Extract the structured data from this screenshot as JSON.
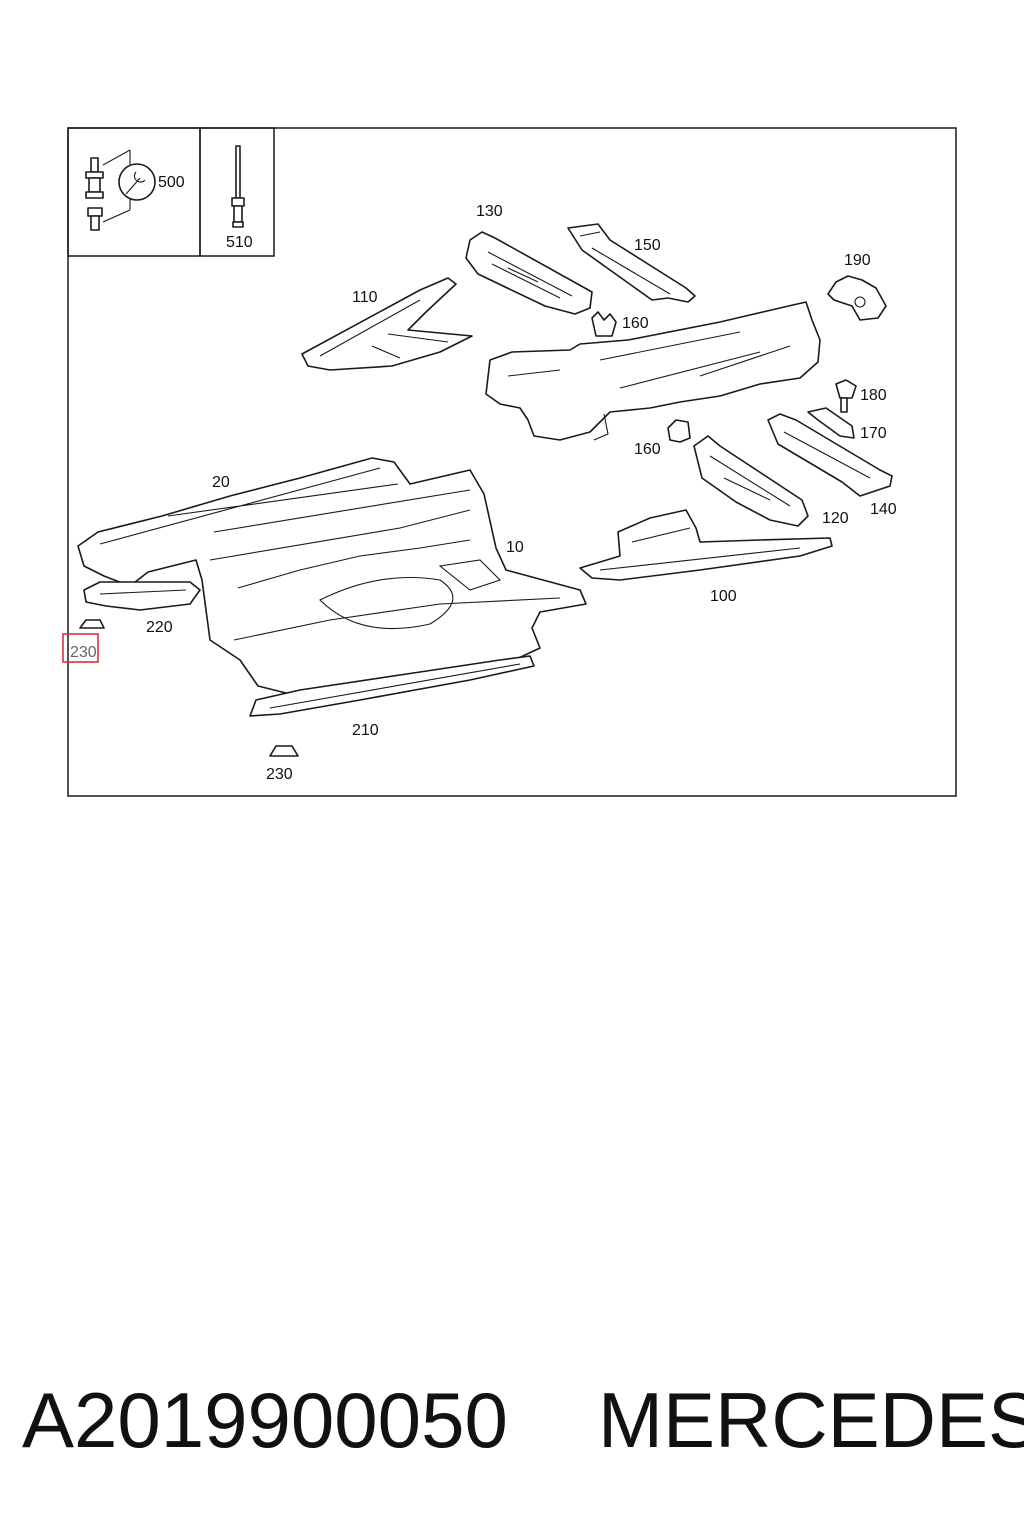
{
  "diagram": {
    "callouts": {
      "c500": "500",
      "c510": "510",
      "c130": "130",
      "c150": "150",
      "c190": "190",
      "c110": "110",
      "c160a": "160",
      "c180": "180",
      "c170": "170",
      "c160b": "160",
      "c20": "20",
      "c140": "140",
      "c120": "120",
      "c10": "10",
      "c100": "100",
      "c220": "220",
      "c230a": "230",
      "c210": "210",
      "c230b": "230"
    },
    "highlighted_callout": "230",
    "highlight_color": "#d9232e"
  },
  "footer": {
    "part_number": "A2019900050",
    "brand": "MERCEDES"
  }
}
